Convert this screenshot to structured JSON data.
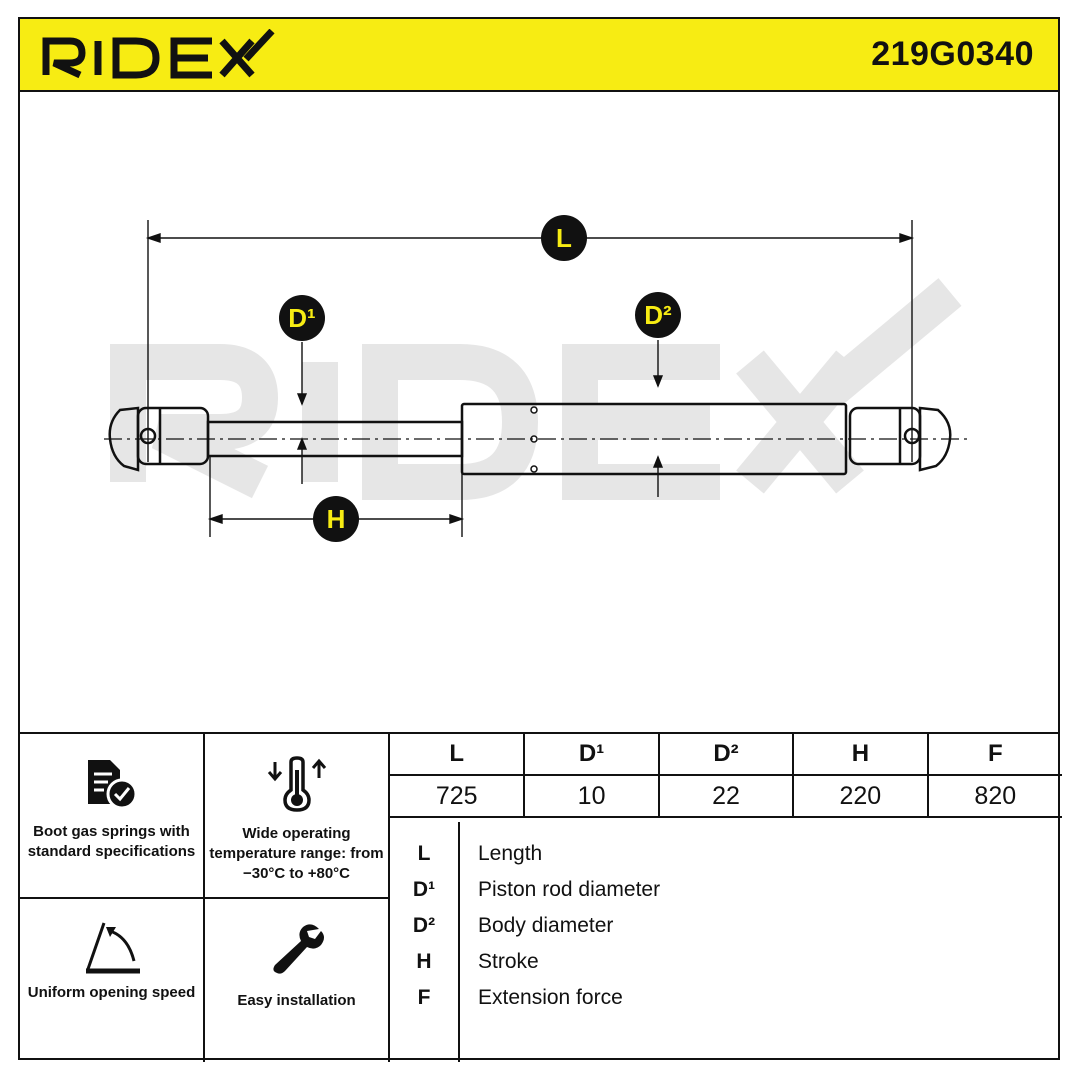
{
  "header": {
    "brand": "RIDEX",
    "part_number": "219G0340",
    "background_color": "#f7ec13"
  },
  "drawing": {
    "watermark": "RIDEX",
    "dimension_labels": {
      "L": "L",
      "D1": "D¹",
      "D2": "D²",
      "H": "H"
    }
  },
  "features": [
    {
      "icon": "document-check-icon",
      "label": "Boot gas springs with standard specifications"
    },
    {
      "icon": "thermometer-icon",
      "label": "Wide operating temperature range: from −30°C to +80°C"
    },
    {
      "icon": "opening-angle-icon",
      "label": "Uniform opening speed"
    },
    {
      "icon": "wrench-icon",
      "label": "Easy installation"
    }
  ],
  "specs": {
    "headers": [
      "L",
      "D¹",
      "D²",
      "H",
      "F"
    ],
    "values": [
      "725",
      "10",
      "22",
      "220",
      "820"
    ]
  },
  "legend": [
    {
      "key": "L",
      "description": "Length"
    },
    {
      "key": "D¹",
      "description": "Piston rod diameter"
    },
    {
      "key": "D²",
      "description": "Body diameter"
    },
    {
      "key": "H",
      "description": "Stroke"
    },
    {
      "key": "F",
      "description": "Extension force"
    }
  ]
}
